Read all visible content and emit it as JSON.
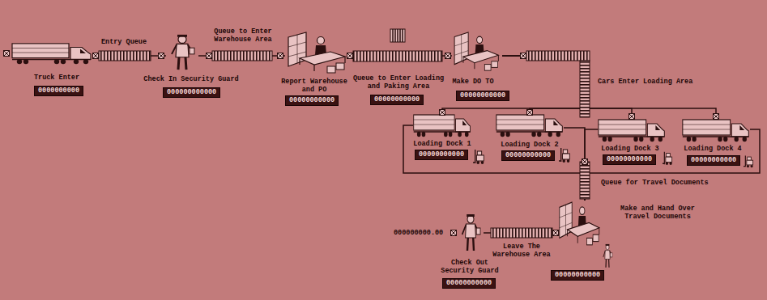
{
  "diagram": {
    "nodes": [
      {
        "text": [
          "Truck Enter",
          "0000000000"
        ]
      },
      {
        "text": [
          "Check In Security Guard",
          "000000000000"
        ]
      },
      {
        "text": [
          "Report Warehouse and PO",
          "00000000000"
        ]
      },
      {
        "text": [
          "Make DO TO",
          "00000000000"
        ]
      },
      {
        "text": [
          "Loading Dock 1",
          "00000000000"
        ]
      },
      {
        "text": [
          "Loading Dock 2",
          "00000000000"
        ]
      },
      {
        "text": [
          "Loading Dock 3",
          "00000000000"
        ]
      },
      {
        "text": [
          "Loading Dock 4",
          "00000000000"
        ]
      },
      {
        "text": [
          "Make and Hand Over Travel Documents",
          "00000000000"
        ]
      },
      {
        "text": [
          "Check Out Security Guard",
          "00000000000"
        ]
      }
    ],
    "edges": [
      {
        "from": 0,
        "to": 1,
        "label": "Entry Queue",
        "arrow": "none"
      },
      {
        "from": 1,
        "to": 2,
        "label": "Queue to Enter Warehouse Area",
        "arrow": "none"
      },
      {
        "from": 2,
        "to": 3,
        "label": "Queue to Enter Loading and Paking Area",
        "arrow": "none"
      },
      {
        "from": 3,
        "to": 4,
        "arrow": "none"
      },
      {
        "from": 3,
        "to": 5,
        "arrow": "none"
      },
      {
        "from": 3,
        "to": 6,
        "arrow": "none"
      },
      {
        "from": 3,
        "to": 7,
        "arrow": "none"
      },
      {
        "from": 4,
        "to": 8,
        "arrow": "none"
      },
      {
        "from": 5,
        "to": 8,
        "arrow": "none"
      },
      {
        "from": 6,
        "to": 8,
        "arrow": "none"
      },
      {
        "from": 7,
        "to": 8,
        "arrow": "none"
      },
      {
        "from": 8,
        "to": 9,
        "label": "Leave The Warehouse Area",
        "arrow": "none"
      }
    ],
    "labels": [
      "00000000000",
      "Cars Enter Loading Area",
      "Queue for Travel Documents",
      "000000000.00"
    ]
  }
}
